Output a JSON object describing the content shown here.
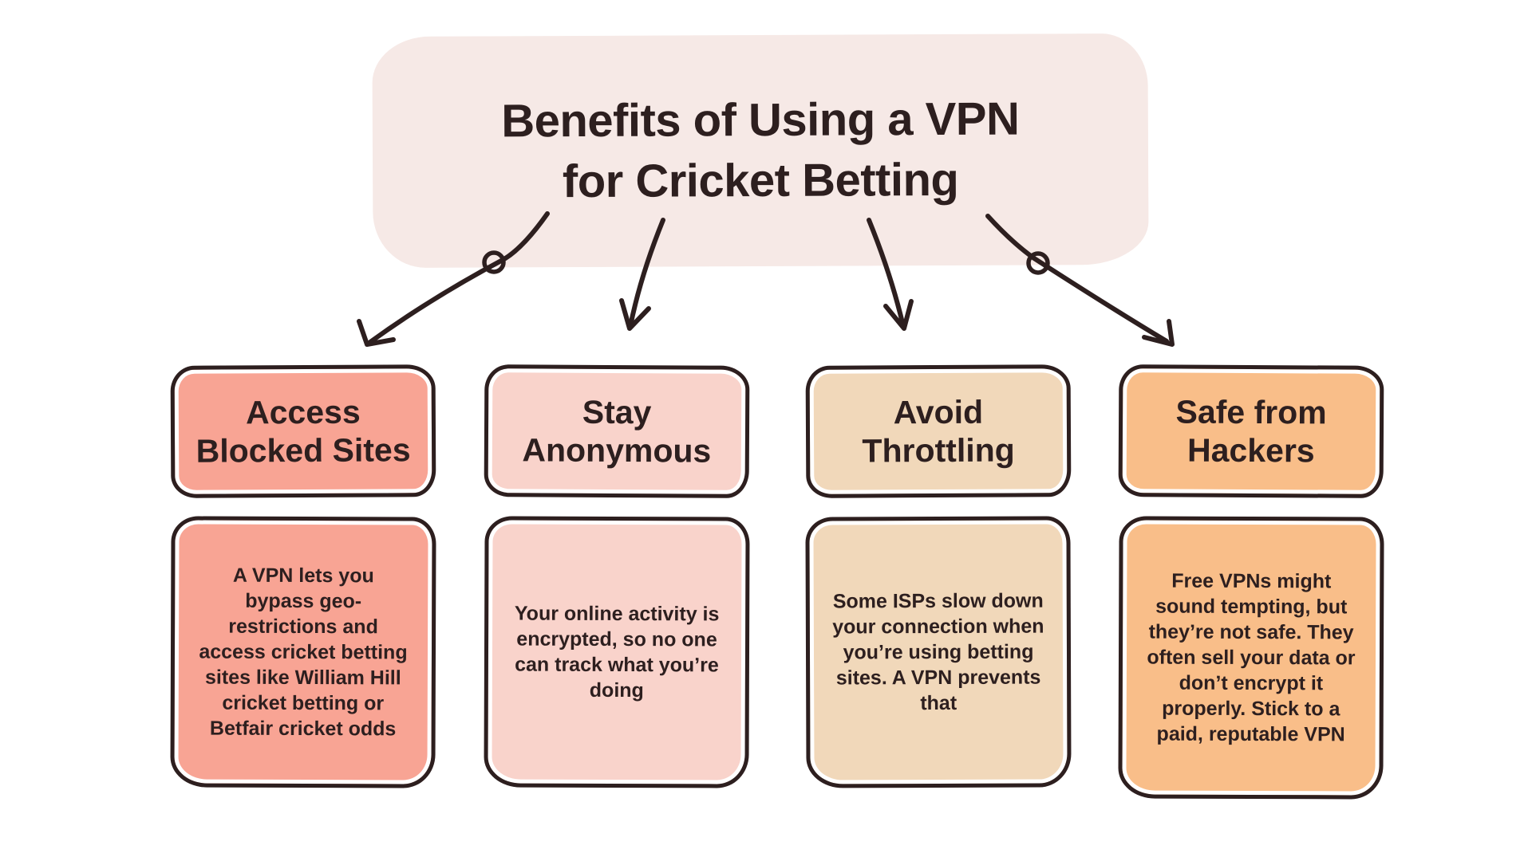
{
  "title": {
    "line1": "Benefits of Using a VPN",
    "line2": "for Cricket Betting"
  },
  "columns": [
    {
      "header": "Access Blocked Sites",
      "body": "A VPN lets you bypass geo-restrictions and access cricket betting sites like William Hill cricket betting or Betfair cricket odds"
    },
    {
      "header": "Stay Anonymous",
      "body": "Your online activity is encrypted, so no one can track what you’re doing"
    },
    {
      "header": "Avoid Throttling",
      "body": "Some ISPs slow down your connection when you’re using betting sites. A VPN prevents that"
    },
    {
      "header": "Safe from Hackers",
      "body": "Free VPNs might sound tempting, but they’re not safe. They often sell your data or don’t encrypt it properly. Stick to a paid, reputable VPN"
    }
  ],
  "colors": {
    "ink": "#2d1f1f",
    "title-bg": "#f6e9e6",
    "c1": "#f8a494",
    "c2": "#f9d3cb",
    "c3": "#f1d8ba",
    "c4": "#f9be89",
    "page-bg": "#ffffff"
  }
}
